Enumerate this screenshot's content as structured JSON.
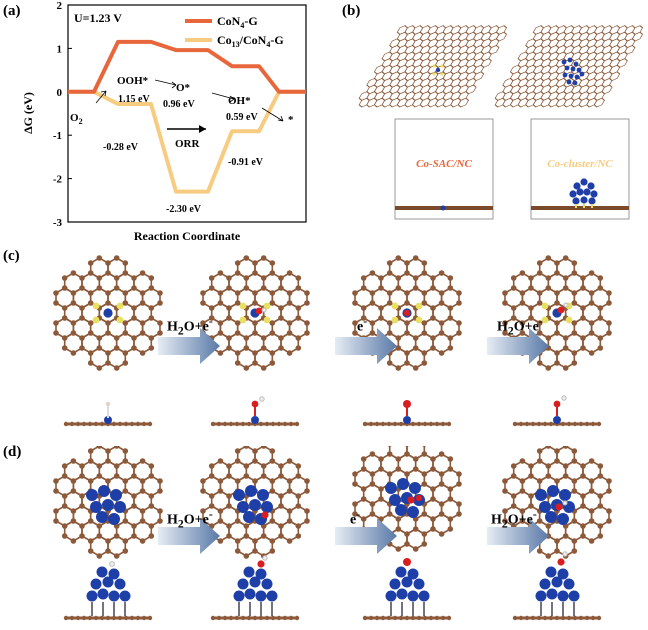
{
  "panels": {
    "a": "(a)",
    "b": "(b)",
    "c": "(c)",
    "d": "(d)"
  },
  "chart_data": {
    "type": "line",
    "annotation_potential": "U=1.23 V",
    "xlabel": "Reaction Coordinate",
    "ylabel": "ΔG (eV)",
    "ylim": [
      -3,
      2
    ],
    "yticks": [
      "2",
      "1",
      "0",
      "-1",
      "-2",
      "-3"
    ],
    "arrow_label": "ORR",
    "states": [
      "O2",
      "OOH*",
      "O*",
      "OH*",
      "*"
    ],
    "series": [
      {
        "name": "CoN4-G",
        "color": "#E8663C",
        "values": [
          0,
          1.15,
          0.96,
          0.59,
          0
        ]
      },
      {
        "name": "Co13/CoN4-G",
        "color": "#F8CC80",
        "values": [
          0,
          -0.28,
          -2.3,
          -0.91,
          0
        ]
      }
    ],
    "labels": {
      "o2": "O",
      "o2_sub": "2",
      "ooh": "OOH*",
      "o": "O*",
      "oh": "OH*",
      "star": "*",
      "v1": "1.15 eV",
      "v2": "0.96 eV",
      "v3": "0.59 eV",
      "w1": "-0.28 eV",
      "w2": "-2.30 eV",
      "w3": "-0.91 eV"
    },
    "legend": [
      {
        "main": "CoN",
        "sub": "4",
        "rest": "-G",
        "color": "#E8663C"
      },
      {
        "main": "Co",
        "sub": "13",
        "mid": "/CoN",
        "sub2": "4",
        "rest": "-G",
        "color": "#F8CC80"
      }
    ]
  },
  "models": {
    "single": "Co-SAC/NC",
    "cluster": "Co-cluster/NC"
  },
  "steps": {
    "c": [
      {
        "main": "H",
        "sub": "2",
        "rest": "O+e",
        "sup": "-"
      },
      {
        "main": "e",
        "sub": "",
        "rest": "",
        "sup": "-"
      },
      {
        "main": "H",
        "sub": "2",
        "rest": "O+e",
        "sup": "-"
      }
    ],
    "d": [
      {
        "main": "H",
        "sub": "2",
        "rest": "O+e",
        "sup": "-"
      },
      {
        "main": "e",
        "sub": "",
        "rest": "",
        "sup": "-"
      },
      {
        "main": "H",
        "sub": "2",
        "rest": "O+e",
        "sup": "-"
      }
    ]
  },
  "colors": {
    "carbon": "#8C5A3A",
    "nitrogen": "#E8E060",
    "cobalt": "#1F3FA8",
    "oxygen": "#D81E1E",
    "hydrogen": "#EEEEEE",
    "arrow": "#5A7AA8"
  }
}
